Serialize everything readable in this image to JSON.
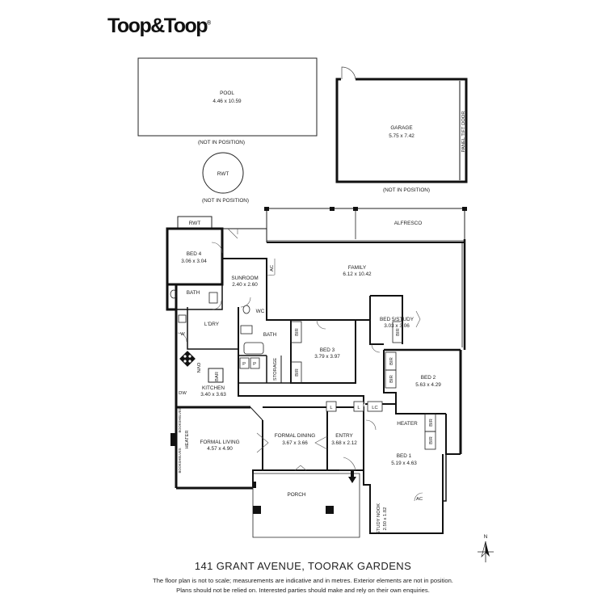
{
  "brand": {
    "logo_text": "Toop&Toop",
    "trademark": "®"
  },
  "address": "141 GRANT AVENUE, TOORAK GARDENS",
  "disclaimer": [
    "The floor plan is not to scale; measurements are indicative and in metres. Exterior elements are not in position.",
    "Plans should not be relied on. Interested parties should make and rely on their own enquiries."
  ],
  "outbuildings": {
    "pool": {
      "name": "POOL",
      "size": "4.46 x 10.59",
      "note": "(NOT IN POSITION)"
    },
    "rwt": {
      "name": "RWT",
      "note": "(NOT IN POSITION)"
    },
    "garage": {
      "name": "GARAGE",
      "size": "5.75 x 7.42",
      "door": "PANEL TIFT DOOR",
      "note": "(NOT IN POSITION)"
    }
  },
  "rooms": {
    "bed4": {
      "name": "BED 4",
      "size": "3.06 x 3.04"
    },
    "sunroom": {
      "name": "SUNROOM",
      "size": "2.40 x 2.60"
    },
    "family": {
      "name": "FAMILY",
      "size": "6.12 x 10.42"
    },
    "bed5": {
      "name": "BED 5/STUDY",
      "size": "3.03 x 3.06"
    },
    "bed3": {
      "name": "BED 3",
      "size": "3.79 x 3.97"
    },
    "bed2": {
      "name": "BED 2",
      "size": "5.63 x 4.29"
    },
    "kitchen": {
      "name": "KITCHEN",
      "size": "3.40 x 3.63"
    },
    "formal_living": {
      "name": "FORMAL LIVING",
      "size": "4.57 x 4.90"
    },
    "formal_dining": {
      "name": "FORMAL DINING",
      "size": "3.67 x 3.66"
    },
    "entry": {
      "name": "ENTRY",
      "size": "3.68 x 2.12"
    },
    "bed1": {
      "name": "BED 1",
      "size": "5.19 x 4.63"
    },
    "study_nook": {
      "name": "STUDY NOOK",
      "size": "2.50 x 1.82"
    }
  },
  "labels": {
    "alfresco": "ALFRESCO",
    "porch": "PORCH",
    "bath": "BATH",
    "ldry": "L'DRY",
    "wc": "WC",
    "rwt_small": "RWT",
    "storage": "STORAGE",
    "bar": "BAR",
    "oven": "OVN",
    "dw": "DW",
    "w": "W",
    "heater": "HEATER",
    "bir": "BIR",
    "ac": "AC",
    "l": "L",
    "lc": "LC",
    "p": "P",
    "bookshelves": "BOOKSHELVES",
    "north": "N"
  }
}
